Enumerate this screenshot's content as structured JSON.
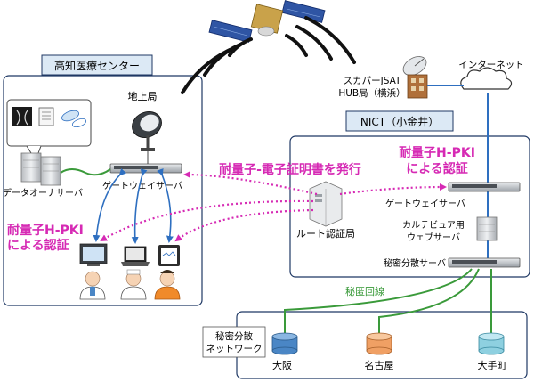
{
  "kochi": {
    "title": "高知医療センター",
    "ground_station": "地上局",
    "gateway_server": "ゲートウェイサーバ",
    "data_owner_server": "データオーナサーバ",
    "hpki_line1": "耐量子H-PKI",
    "hpki_line2": "による認証"
  },
  "center": {
    "issue_certificate": "耐量子-電子証明書を発行",
    "root_ca": "ルート認証局"
  },
  "skyperfect": {
    "line1": "スカパーJSAT",
    "line2": "HUB局（横浜）"
  },
  "internet": {
    "label": "インターネット"
  },
  "nict": {
    "title": "NICT（小金井）",
    "hpki_line1": "耐量子H-PKI",
    "hpki_line2": "による認証",
    "gateway_server": "ゲートウェイサーバ",
    "karte_line1": "カルテビュア用",
    "karte_line2": "ウェブサーバ",
    "qkd_server": "秘密分散サーバ"
  },
  "secret_line": {
    "label": "秘匿回線"
  },
  "network": {
    "label_line1": "秘密分散",
    "label_line2": "ネットワーク",
    "sites": [
      {
        "name": "大阪",
        "color": "#4a86c5"
      },
      {
        "name": "名古屋",
        "color": "#f0a064"
      },
      {
        "name": "大手町",
        "color": "#8ed0e0"
      }
    ]
  },
  "colors": {
    "magenta": "#d62ab4",
    "blue_link": "#2e6fc0",
    "green_link": "#3a9a3a",
    "navy_border": "#1f3864"
  }
}
